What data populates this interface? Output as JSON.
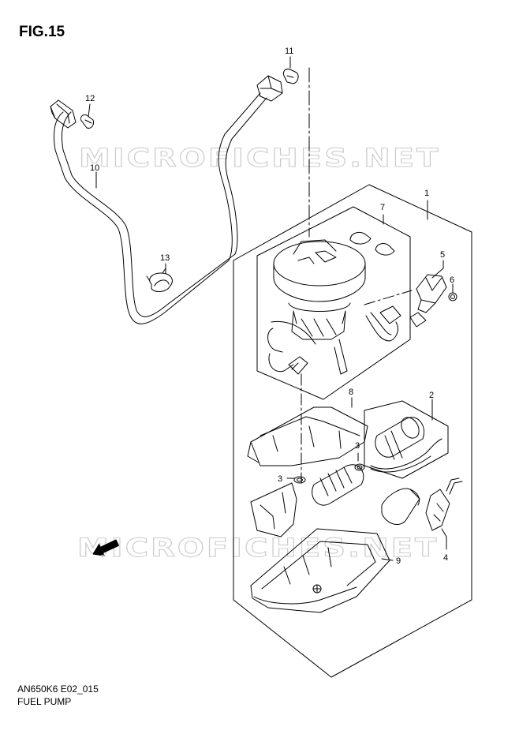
{
  "figure": {
    "title": "FIG.15",
    "code": "AN650K6 E02_015",
    "name": "FUEL PUMP"
  },
  "watermark": "MICROFICHES.NET",
  "fwd_label": "FWD",
  "callouts": [
    {
      "id": "1",
      "label": "1"
    },
    {
      "id": "2",
      "label": "2"
    },
    {
      "id": "3a",
      "label": "3"
    },
    {
      "id": "3b",
      "label": "3"
    },
    {
      "id": "4",
      "label": "4"
    },
    {
      "id": "5",
      "label": "5"
    },
    {
      "id": "6",
      "label": "6"
    },
    {
      "id": "7",
      "label": "7"
    },
    {
      "id": "8",
      "label": "8"
    },
    {
      "id": "9",
      "label": "9"
    },
    {
      "id": "10",
      "label": "10"
    },
    {
      "id": "11",
      "label": "11"
    },
    {
      "id": "12",
      "label": "12"
    },
    {
      "id": "13",
      "label": "13"
    }
  ]
}
